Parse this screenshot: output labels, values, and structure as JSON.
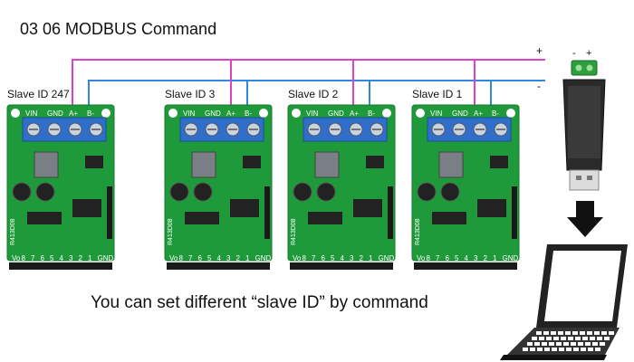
{
  "title": "03 06 MODBUS Command",
  "caption": "You can set different “slave ID” by command",
  "bus": {
    "plus": "+",
    "minus": "-",
    "plus_color": "#e040c8",
    "minus_color": "#2f88e0"
  },
  "usb_adapter": {
    "minus": "-",
    "plus": "+"
  },
  "board_text": {
    "terminals": [
      "VIN",
      "GND",
      "A+",
      "B-"
    ],
    "chip_label": "R413D08",
    "pins": [
      "Vo",
      "8",
      "7",
      "6",
      "5",
      "4",
      "3",
      "2",
      "1",
      "GND"
    ]
  },
  "boards": [
    {
      "label": "Slave ID 247"
    },
    {
      "label": "Slave ID 3"
    },
    {
      "label": "Slave ID 2"
    },
    {
      "label": "Slave ID 1"
    }
  ],
  "colors": {
    "pcb": "#1f9a3a",
    "pcb_dark": "#137a2a",
    "terminal": "#2f6fc9",
    "chip": "#222222",
    "pin": "#1a1a1a"
  }
}
